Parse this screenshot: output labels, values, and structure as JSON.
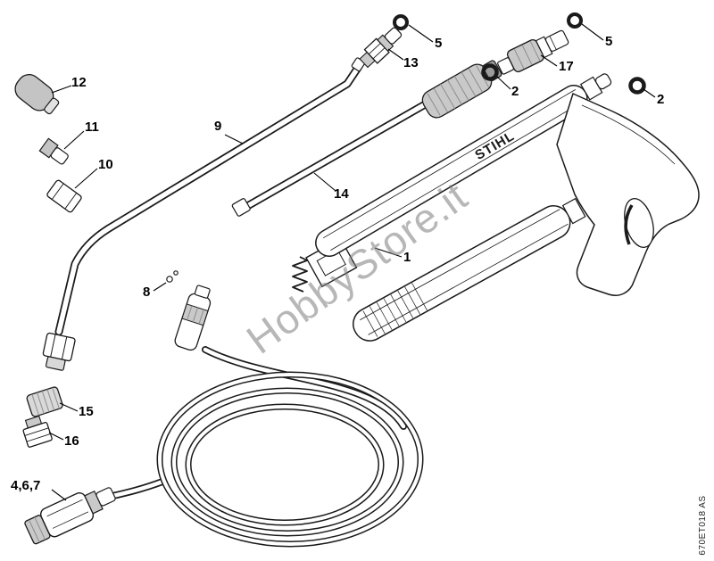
{
  "diagram": {
    "watermark_text": "HobbyStore.it",
    "doc_code": "670ET018 AS",
    "brand_text": "STIHL",
    "labels": [
      {
        "name": "nozzle-cap",
        "text": "12"
      },
      {
        "name": "spray-nozzle",
        "text": "11"
      },
      {
        "name": "nozzle-sleeve",
        "text": "10"
      },
      {
        "name": "bent-spray-lance",
        "text": "9"
      },
      {
        "name": "spray-lance",
        "text": "14"
      },
      {
        "name": "coupling-nipple",
        "text": "13"
      },
      {
        "name": "o-ring-top-left",
        "text": "5"
      },
      {
        "name": "quick-release-coupling",
        "text": "17"
      },
      {
        "name": "o-ring-left",
        "text": "2"
      },
      {
        "name": "o-ring-top-right",
        "text": "5"
      },
      {
        "name": "o-ring-right",
        "text": "2"
      },
      {
        "name": "spray-gun",
        "text": "1"
      },
      {
        "name": "detent-parts",
        "text": "8"
      },
      {
        "name": "union-nut",
        "text": "15"
      },
      {
        "name": "nipple",
        "text": "16"
      },
      {
        "name": "high-pressure-hose",
        "text": "4,6,7"
      }
    ]
  }
}
